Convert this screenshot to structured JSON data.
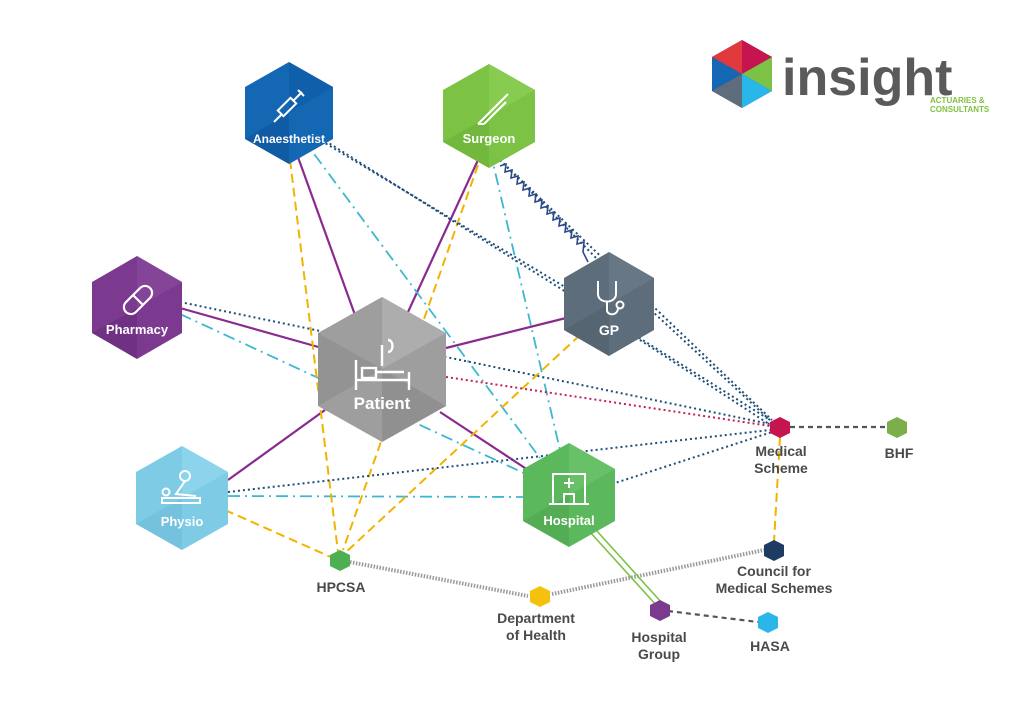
{
  "logo": {
    "word": "insight",
    "sub_line1": "ACTUARIES &",
    "sub_line2": "CONSULTANTS"
  },
  "colors": {
    "anaesthetist": "#1467b3",
    "surgeon": "#7cc245",
    "pharmacy": "#7b3a8f",
    "patient": "#9e9e9e",
    "gp": "#5d6d7b",
    "physio": "#7ecbe6",
    "hospital": "#5cb85c",
    "medical_scheme": "#c5144f",
    "bhf": "#7cae4a",
    "hpcsa": "#4caf50",
    "council": "#1d3b63",
    "department_of_health": "#f4c20d",
    "hospital_group": "#7b3a8f",
    "hasa": "#29b6e8",
    "link_purple": "#8a2a8f",
    "link_yellow": "#f0b400",
    "link_cyan": "#3bb8d0",
    "link_navy_dotted": "#1f4e79",
    "link_red_dotted": "#c81d5a",
    "link_grey_dashed": "#555555"
  },
  "hexagons": {
    "anaesthetist": {
      "label": "Anaesthetist",
      "icon": "syringe-icon"
    },
    "surgeon": {
      "label": "Surgeon",
      "icon": "scalpel-icon"
    },
    "pharmacy": {
      "label": "Pharmacy",
      "icon": "pill-icon"
    },
    "patient": {
      "label": "Patient",
      "icon": "hospital-bed-icon"
    },
    "gp": {
      "label": "GP",
      "icon": "stethoscope-icon"
    },
    "physio": {
      "label": "Physio",
      "icon": "massage-icon"
    },
    "hospital": {
      "label": "Hospital",
      "icon": "hospital-building-icon"
    }
  },
  "small_nodes": {
    "medical_scheme": {
      "line1": "Medical",
      "line2": "Scheme"
    },
    "bhf": {
      "line1": "BHF"
    },
    "hpcsa": {
      "line1": "HPCSA"
    },
    "council": {
      "line1": "Council for",
      "line2": "Medical Schemes"
    },
    "department_of_health": {
      "line1": "Department",
      "line2": "of Health"
    },
    "hospital_group": {
      "line1": "Hospital",
      "line2": "Group"
    },
    "hasa": {
      "line1": "HASA"
    }
  }
}
